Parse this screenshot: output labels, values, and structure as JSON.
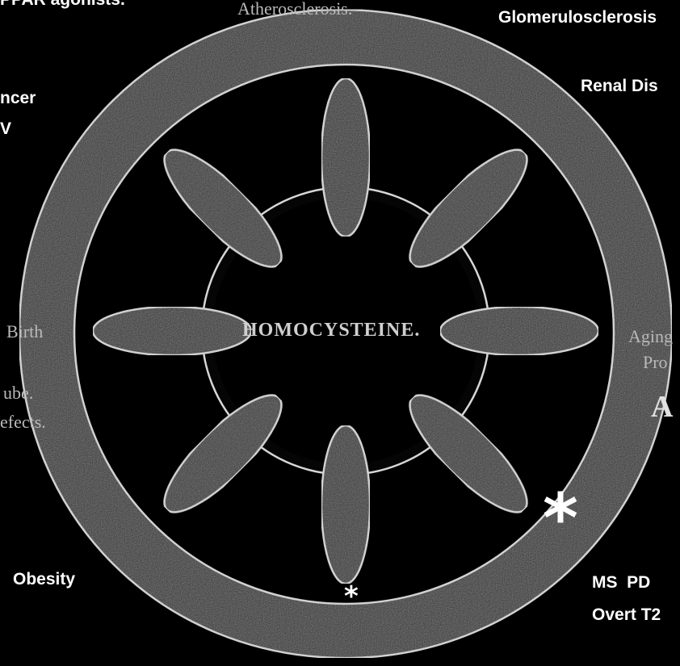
{
  "diagram": {
    "center_label": "HOMOCYSTEINE.",
    "labels": {
      "top_left_partial": "PPAR agonists.",
      "top": "Atherosclerosis.",
      "top_right": "Glomerulosclerosis",
      "upper_right": "Renal Dis",
      "upper_left_1": "ncer",
      "upper_left_2": "V",
      "left_1": "Birth",
      "left_2": "ube.",
      "left_3": "efects.",
      "right_1": "Aging",
      "right_2": "Pro",
      "right_3": "A",
      "bottom_left": "Obesity",
      "bottom_right_1": "MS  PD",
      "bottom_right_2": "Overt T2",
      "asterisk_large": "*",
      "asterisk_small": "*"
    },
    "colors": {
      "background": "#000000",
      "ring_fill": "#2b2826",
      "outline": "#d6d6d6",
      "hub": "#050505"
    }
  }
}
